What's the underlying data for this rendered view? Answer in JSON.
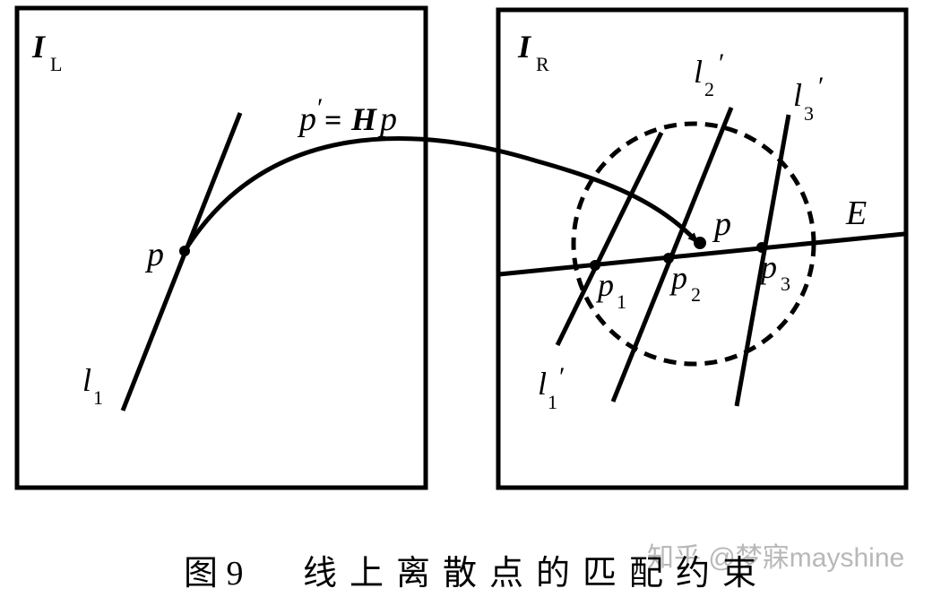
{
  "panels": {
    "left": {
      "title_main": "I",
      "title_sub": "L"
    },
    "right": {
      "title_main": "I",
      "title_sub": "R"
    }
  },
  "labels": {
    "point_left": "p",
    "line_left": "l",
    "line_left_sub": "1",
    "mapping_p": "p",
    "mapping_prime": "′",
    "mapping_eq": "=",
    "mapping_H": "H",
    "mapping_p2": "p",
    "point_right": "p",
    "epipolar": "E",
    "p1": "p",
    "p1_sub": "1",
    "p2": "p",
    "p2_sub": "2",
    "p3": "p",
    "p3_sub": "3",
    "l1p": "l",
    "l1p_sub": "1",
    "l1p_prime": "′",
    "l2p": "l",
    "l2p_sub": "2",
    "l2p_prime": "′",
    "l3p": "l",
    "l3p_sub": "3",
    "l3p_prime": "′"
  },
  "caption": {
    "figure_number": "图 9",
    "text": "线上离散点的匹配约束"
  },
  "watermark": "知乎 @梦寐mayshine",
  "colors": {
    "ink": "#000000",
    "watermark": "#b8b8b8",
    "background": "#ffffff"
  }
}
